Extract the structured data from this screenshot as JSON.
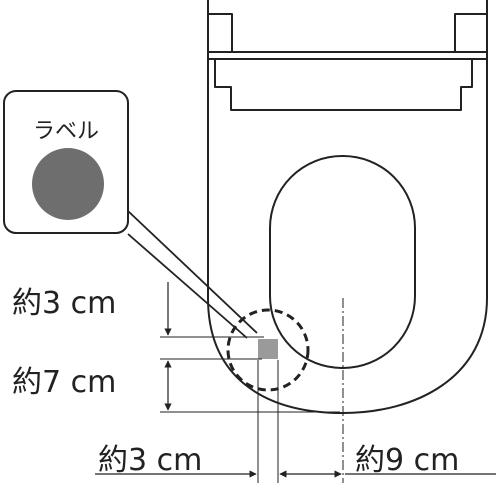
{
  "callout": {
    "label": "ラベル",
    "label_color": "#6e6e6e"
  },
  "dimensions": {
    "vertical_top": "約3 cm",
    "vertical_bottom": "約7 cm",
    "horizontal_left": "約3 cm",
    "horizontal_right": "約9 cm"
  },
  "colors": {
    "line": "#222222",
    "marker": "#9a9a9a"
  }
}
